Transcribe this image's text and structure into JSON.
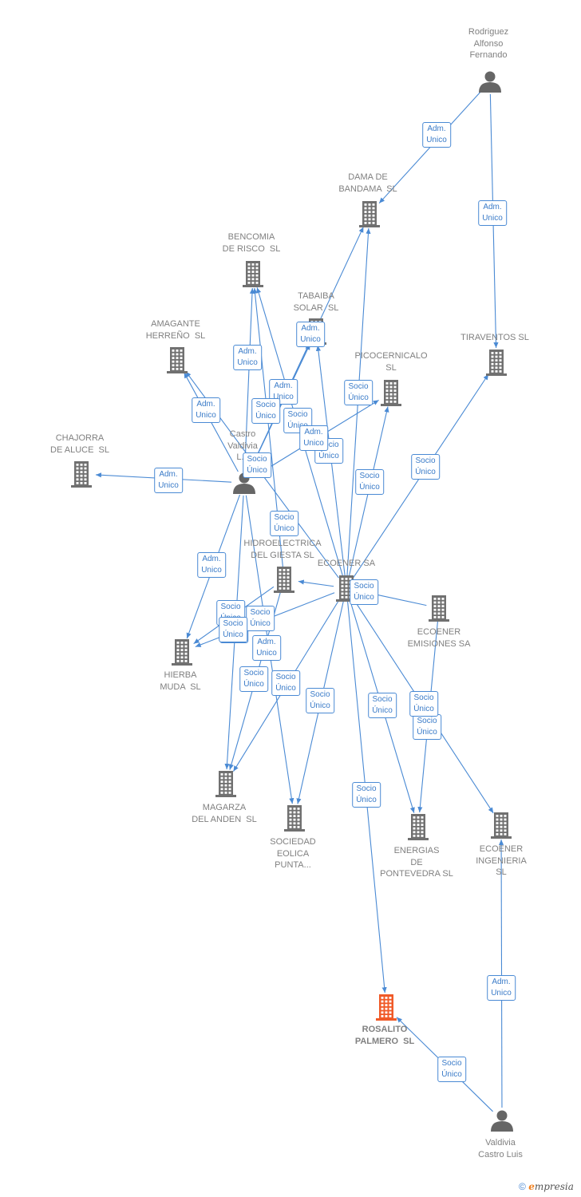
{
  "nodes": [
    {
      "id": "rodriguez",
      "kind": "person",
      "label": "Rodriguez\nAlfonso\nFernando",
      "color": "#666666"
    },
    {
      "id": "dama",
      "kind": "company",
      "label": "DAMA DE\nBANDAMA  SL",
      "color": "#707070"
    },
    {
      "id": "bencomia",
      "kind": "company",
      "label": "BENCOMIA\nDE RISCO  SL",
      "color": "#707070"
    },
    {
      "id": "tabaiba",
      "kind": "company",
      "label": "TABAIBA\nSOLAR  SL",
      "color": "#707070"
    },
    {
      "id": "amagante",
      "kind": "company",
      "label": "AMAGANTE\nHERREÑO  SL",
      "color": "#707070"
    },
    {
      "id": "picocernicalo",
      "kind": "company",
      "label": "PICOCERNICALO\nSL",
      "color": "#707070"
    },
    {
      "id": "tiraventos",
      "kind": "company",
      "label": "TIRAVENTOS SL",
      "color": "#707070"
    },
    {
      "id": "chajorra",
      "kind": "company",
      "label": "CHAJORRA\nDE ALUCE  SL",
      "color": "#707070"
    },
    {
      "id": "castro",
      "kind": "person",
      "label": "Castro\nValdivia\nL...",
      "color": "#666666"
    },
    {
      "id": "hidro",
      "kind": "company",
      "label": "HIDROELECTRICA\nDEL GIESTA SL",
      "color": "#707070"
    },
    {
      "id": "ecoener",
      "kind": "company",
      "label": "ECOENER SA",
      "color": "#707070"
    },
    {
      "id": "emisiones",
      "kind": "company",
      "label": "ECOENER\nEMISIONES SA",
      "color": "#707070"
    },
    {
      "id": "hierba",
      "kind": "company",
      "label": "HIERBA\nMUDA  SL",
      "color": "#707070"
    },
    {
      "id": "magarza",
      "kind": "company",
      "label": "MAGARZA\nDEL ANDEN  SL",
      "color": "#707070"
    },
    {
      "id": "sociedad",
      "kind": "company",
      "label": "SOCIEDAD\nEOLICA\nPUNTA...",
      "color": "#707070"
    },
    {
      "id": "energias",
      "kind": "company",
      "label": "ENERGIAS\nDE\nPONTEVEDRA SL",
      "color": "#707070"
    },
    {
      "id": "ingenieria",
      "kind": "company",
      "label": "ECOENER\nINGENIERIA\nSL",
      "color": "#707070"
    },
    {
      "id": "rosalito",
      "kind": "company",
      "label": "ROSALITO\nPALMERO  SL",
      "color": "#f05a28",
      "focus": true
    },
    {
      "id": "valdivia",
      "kind": "person",
      "label": "Valdivia\nCastro Luis",
      "color": "#666666"
    }
  ],
  "edges": [
    {
      "from": "rodriguez",
      "to": "dama",
      "label": "Adm.\nUnico"
    },
    {
      "from": "rodriguez",
      "to": "tiraventos",
      "label": "Adm.\nUnico"
    },
    {
      "from": "castro",
      "to": "chajorra",
      "label": "Adm.\nUnico"
    },
    {
      "from": "castro",
      "to": "amagante",
      "label": "Adm.\nUnico"
    },
    {
      "from": "castro",
      "to": "bencomia",
      "label": "Adm.\nUnico"
    },
    {
      "from": "castro",
      "to": "tabaiba",
      "label": "Adm.\nUnico"
    },
    {
      "from": "castro",
      "to": "dama",
      "label": "Adm.\nUnico"
    },
    {
      "from": "castro",
      "to": "picocernicalo",
      "label": "Socio\nÚnico"
    },
    {
      "from": "castro",
      "to": "hierba",
      "label": "Adm.\nUnico"
    },
    {
      "from": "castro",
      "to": "magarza",
      "label": "Adm.\nUnico"
    },
    {
      "from": "castro",
      "to": "sociedad",
      "label": "Adm.\nUnico"
    },
    {
      "from": "ecoener",
      "to": "bencomia",
      "label": "Socio\nÚnico"
    },
    {
      "from": "ecoener",
      "to": "tabaiba",
      "label": "Socio\nÚnico"
    },
    {
      "from": "ecoener",
      "to": "amagante",
      "label": "Socio\nÚnico"
    },
    {
      "from": "ecoener",
      "to": "dama",
      "label": "Socio\nÚnico"
    },
    {
      "from": "ecoener",
      "to": "picocernicalo",
      "label": "Socio\nÚnico"
    },
    {
      "from": "ecoener",
      "to": "tiraventos",
      "label": "Socio\nÚnico"
    },
    {
      "from": "ecoener",
      "to": "hidro",
      "label": "Socio\nÚnico"
    },
    {
      "from": "ecoener",
      "to": "hierba",
      "label": "Socio\nÚnico"
    },
    {
      "from": "ecoener",
      "to": "magarza",
      "label": "Socio\nÚnico"
    },
    {
      "from": "ecoener",
      "to": "sociedad",
      "label": "Socio\nÚnico"
    },
    {
      "from": "ecoener",
      "to": "energias",
      "label": "Socio\nÚnico"
    },
    {
      "from": "ecoener",
      "to": "ingenieria",
      "label": "Socio\nÚnico"
    },
    {
      "from": "ecoener",
      "to": "rosalito",
      "label": "Socio\nÚnico"
    },
    {
      "from": "hidro",
      "to": "bencomia",
      "label": "Socio\nÚnico"
    },
    {
      "from": "hidro",
      "to": "hierba",
      "label": "Socio\nÚnico"
    },
    {
      "from": "hidro",
      "to": "magarza",
      "label": "Socio\nÚnico"
    },
    {
      "from": "emisiones",
      "to": "ecoener",
      "label": "Socio\nÚnico"
    },
    {
      "from": "emisiones",
      "to": "energias",
      "label": "Socio\nÚnico"
    },
    {
      "from": "valdivia",
      "to": "rosalito",
      "label": "Adm.\nUnico"
    },
    {
      "from": "valdivia",
      "to": "ingenieria",
      "label": "Adm.\nUnico"
    },
    {
      "from": "castro",
      "to": "tabaiba",
      "label": "Socio\nÚnico"
    }
  ],
  "footer": {
    "copyright": "©",
    "brand_e": "e",
    "brand_rest": "mpresia"
  }
}
